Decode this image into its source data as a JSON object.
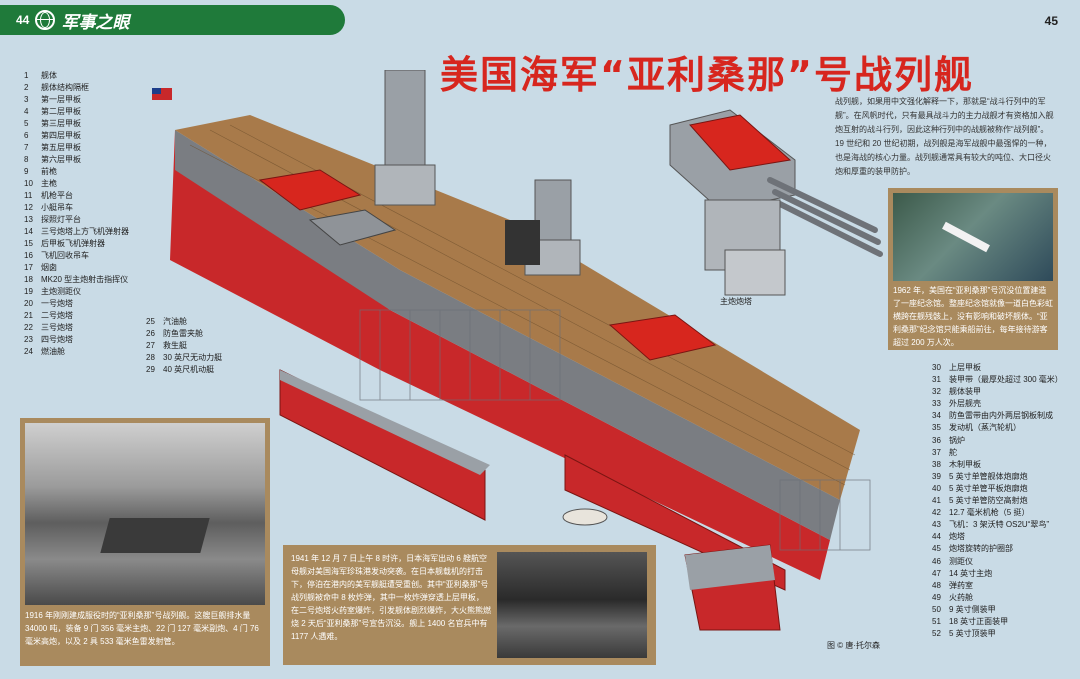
{
  "header": {
    "left_page_num": "44",
    "column_title": "军事之眼",
    "right_page_num": "45"
  },
  "title": "美国海军“亚利桑那”号战列舰",
  "intro": "战列舰，如果用中文强化解释一下，那就是“战斗行列中的军舰”。在风帆时代，只有最具战斗力的主力战舰才有资格加入舰炮互射的战斗行列，因此这种行列中的战舰被称作“战列舰”。19 世纪和 20 世纪初期，战列舰是海军战舰中最强悍的一种，也是海战的核心力量。战列舰通常具有较大的吨位、大口径火炮和厚重的装甲防护。",
  "legend_left": [
    {
      "num": "1",
      "label": "舰体"
    },
    {
      "num": "2",
      "label": "舰体结构隔框"
    },
    {
      "num": "3",
      "label": "第一层甲板"
    },
    {
      "num": "4",
      "label": "第二层甲板"
    },
    {
      "num": "5",
      "label": "第三层甲板"
    },
    {
      "num": "6",
      "label": "第四层甲板"
    },
    {
      "num": "7",
      "label": "第五层甲板"
    },
    {
      "num": "8",
      "label": "第六层甲板"
    },
    {
      "num": "9",
      "label": "前桅"
    },
    {
      "num": "10",
      "label": "主桅"
    },
    {
      "num": "11",
      "label": "机枪平台"
    },
    {
      "num": "12",
      "label": "小艇吊车"
    },
    {
      "num": "13",
      "label": "探照灯平台"
    },
    {
      "num": "14",
      "label": "三号炮塔上方飞机弹射器"
    },
    {
      "num": "15",
      "label": "后甲板飞机弹射器"
    },
    {
      "num": "16",
      "label": "飞机回收吊车"
    },
    {
      "num": "17",
      "label": "烟囱"
    },
    {
      "num": "18",
      "label": "MK20 型主炮射击指挥仪"
    },
    {
      "num": "19",
      "label": "主炮测距仪"
    },
    {
      "num": "20",
      "label": "一号炮塔"
    },
    {
      "num": "21",
      "label": "二号炮塔"
    },
    {
      "num": "22",
      "label": "三号炮塔"
    },
    {
      "num": "23",
      "label": "四号炮塔"
    },
    {
      "num": "24",
      "label": "燃油舱"
    }
  ],
  "legend_mid": [
    {
      "num": "25",
      "label": "汽油舱"
    },
    {
      "num": "26",
      "label": "防鱼雷夹舱"
    },
    {
      "num": "27",
      "label": "救生艇"
    },
    {
      "num": "28",
      "label": "30 英尺无动力艇"
    },
    {
      "num": "29",
      "label": "40 英尺机动艇"
    }
  ],
  "legend_right": [
    {
      "num": "30",
      "label": "上层甲板"
    },
    {
      "num": "31",
      "label": "装甲带（最厚处超过 300 毫米）"
    },
    {
      "num": "32",
      "label": "舰体装甲"
    },
    {
      "num": "33",
      "label": "外层舰壳"
    },
    {
      "num": "34",
      "label": "防鱼雷带由内外两层钢板制成"
    },
    {
      "num": "35",
      "label": "发动机（蒸汽轮机）"
    },
    {
      "num": "36",
      "label": "锅炉"
    },
    {
      "num": "37",
      "label": "舵"
    },
    {
      "num": "38",
      "label": "木制甲板"
    },
    {
      "num": "39",
      "label": "5 英寸单管舰体炮廓炮"
    },
    {
      "num": "40",
      "label": "5 英寸单管平板炮廓炮"
    },
    {
      "num": "41",
      "label": "5 英寸单管防空高射炮"
    },
    {
      "num": "42",
      "label": "12.7 毫米机枪（5 挺）"
    },
    {
      "num": "43",
      "label": "飞机：3 架沃特 OS2U“翠鸟”"
    },
    {
      "num": "44",
      "label": "炮塔"
    },
    {
      "num": "45",
      "label": "炮塔旋转的护圈部"
    },
    {
      "num": "46",
      "label": "测距仪"
    },
    {
      "num": "47",
      "label": "14 英寸主炮"
    },
    {
      "num": "48",
      "label": "弹药室"
    },
    {
      "num": "49",
      "label": "火药舱"
    },
    {
      "num": "50",
      "label": "9 英寸侧装甲"
    },
    {
      "num": "51",
      "label": "18 英寸正面装甲"
    },
    {
      "num": "52",
      "label": "5 英寸顶装甲"
    }
  ],
  "turret_label": "主炮炮塔",
  "memorial_caption": "1962 年，美国在“亚利桑那”号沉没位置建造了一座纪念馆。整座纪念馆就像一道白色彩虹横跨在舰残骸上，没有影响和破坏舰体。“亚利桑那”纪念馆只能乘船前往，每年接待游客超过 200 万人次。",
  "old_photo_caption": "1916 年刚刚建成服役时的“亚利桑那”号战列舰。这艘巨舰排水量 34000 吨，装备 9 门 356 毫米主炮、22 门 127 毫米副炮、4 门 76 毫米高炮，以及 2 具 533 毫米鱼雷发射管。",
  "attack_caption": "1941 年 12 月 7 日上午 8 时许，日本海军出动 6 艘航空母舰对美国海军珍珠港发动突袭。在日本舰载机的打击下，停泊在港内的美军舰艇遭受重创。其中“亚利桑那”号战列舰被命中 8 枚炸弹，其中一枚炸弹穿透上层甲板，在二号炮塔火药室爆炸，引发舰体剧烈爆炸，大火熊熊燃烧 2 天后“亚利桑那”号宣告沉没。舰上 1400 名官兵中有 1177 人遇难。",
  "credit": "图 © 唐·托尔森",
  "colors": {
    "accent": "#d7261e",
    "header_green": "#1f7a3a",
    "caption_bg": "#a98a5e",
    "page_bg": "#c9dbe6",
    "hull_red": "#c8282a",
    "deck": "#a87a4a"
  }
}
